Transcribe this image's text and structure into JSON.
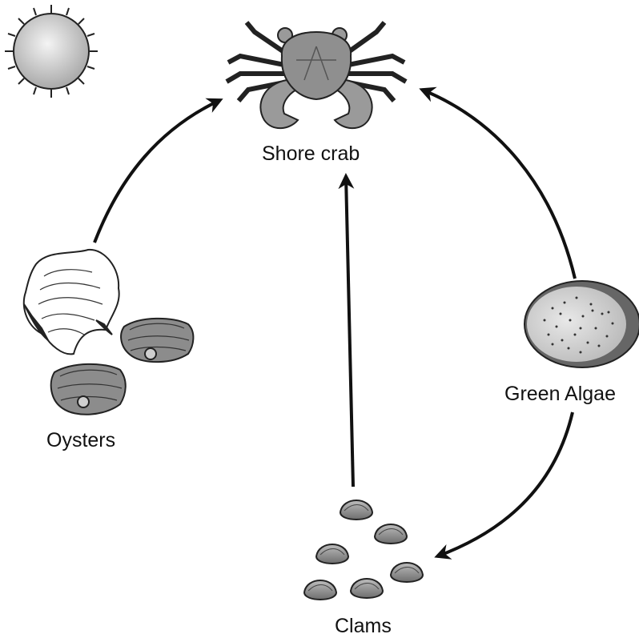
{
  "organisms": {
    "crab": {
      "label": "Shore crab"
    },
    "oysters": {
      "label": "Oysters"
    },
    "algae": {
      "label": "Green Algae"
    },
    "clams": {
      "label": "Clams"
    }
  },
  "arrows": [
    {
      "from": "oysters",
      "to": "crab"
    },
    {
      "from": "clams",
      "to": "crab"
    },
    {
      "from": "algae",
      "to": "crab"
    },
    {
      "from": "algae",
      "to": "clams"
    }
  ]
}
